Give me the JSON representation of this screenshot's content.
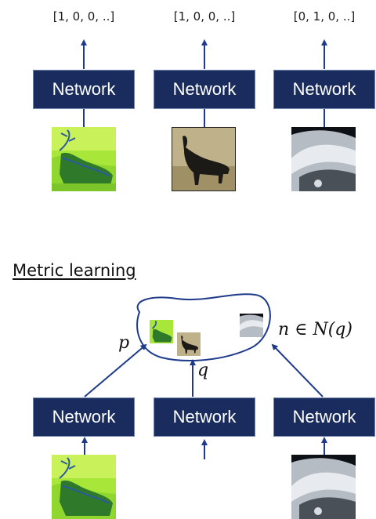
{
  "top_row": {
    "outputs": [
      "[1, 0, 0, ..]",
      "[1, 0, 0, ..]",
      "[0, 1, 0, ..]"
    ],
    "network_label": "Network",
    "images": [
      "deer-image",
      "deer-image",
      "car-image"
    ]
  },
  "metric_learning": {
    "title": "Metric learning",
    "network_label": "Network",
    "p_label": "p",
    "q_label": "q",
    "n_label": "n ∈ N(q)"
  },
  "colors": {
    "network_box": "#1a2c5e",
    "arrow": "#1f3a8a"
  }
}
